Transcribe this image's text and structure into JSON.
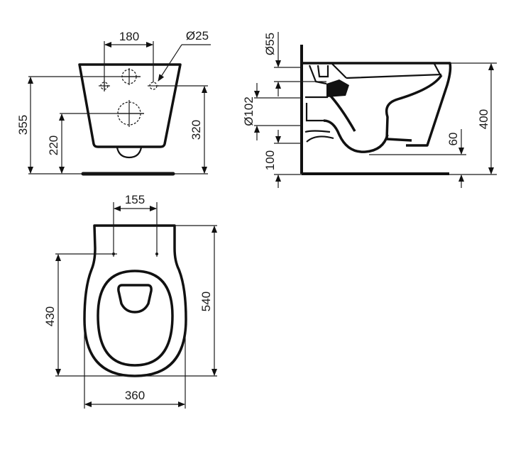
{
  "front_view": {
    "dim_bolt_spacing": "180",
    "dim_bolt_diameter": "Ø25",
    "dim_overall_height": "355",
    "dim_outlet_height": "220",
    "dim_bolt_height": "320"
  },
  "side_view": {
    "dim_inlet_diameter": "Ø55",
    "dim_outlet_diameter": "Ø102",
    "dim_outlet_bottom": "100",
    "dim_bowl_bottom": "60",
    "dim_total_height": "400"
  },
  "top_view": {
    "dim_fixing_spacing": "155",
    "dim_fixing_to_front": "430",
    "dim_length": "540",
    "dim_width": "360"
  },
  "colors": {
    "line": "#111111",
    "background": "#ffffff"
  }
}
